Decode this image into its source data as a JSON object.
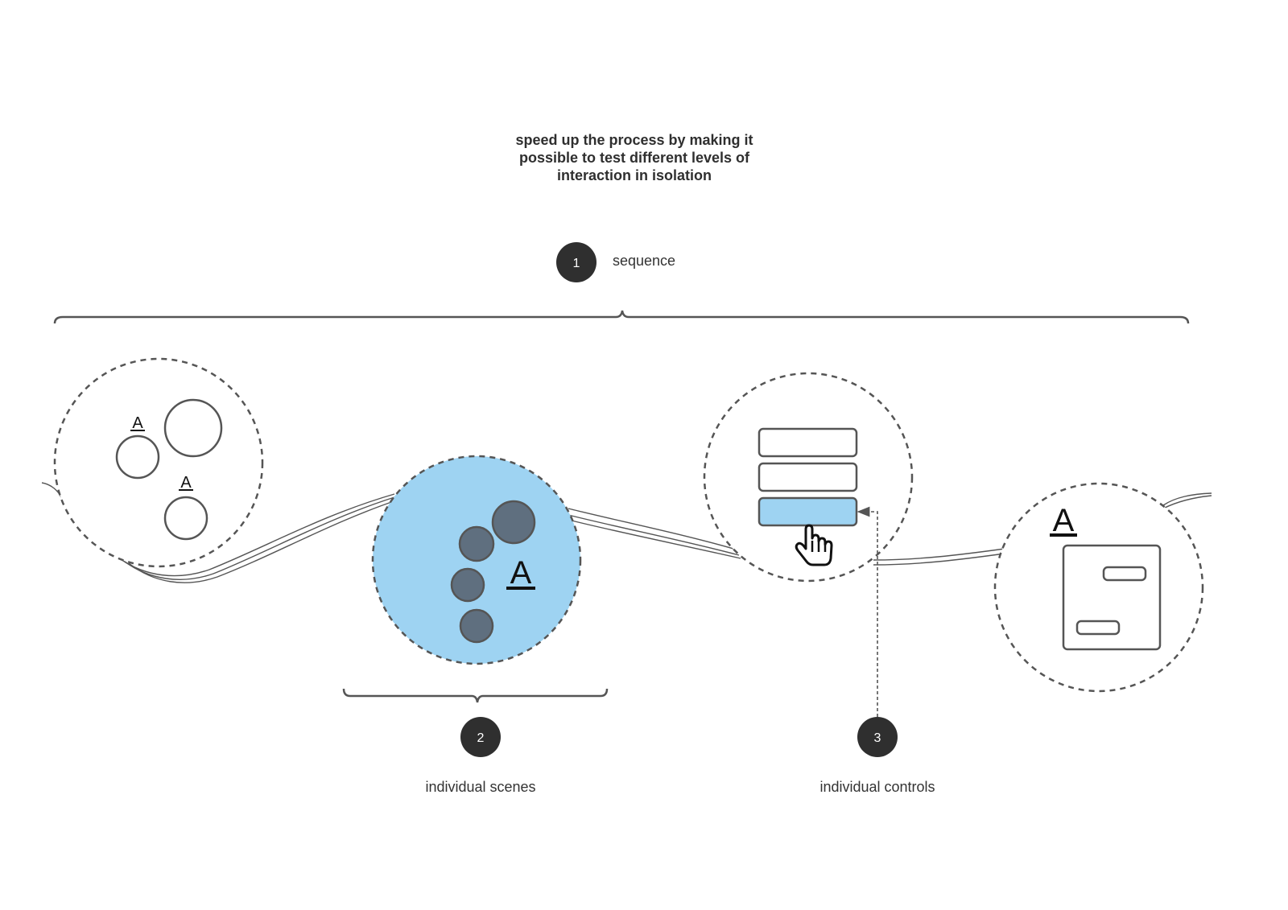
{
  "caption": {
    "lines": [
      "speed up the process by making it",
      "possible to test different levels of",
      "interaction in isolation"
    ]
  },
  "markers": [
    {
      "number": "1",
      "label": "sequence"
    },
    {
      "number": "2",
      "label": "individual scenes"
    },
    {
      "number": "3",
      "label": "individual controls"
    }
  ],
  "glyphs": {
    "letter": "A"
  },
  "colors": {
    "ink": "#555555",
    "badge": "#2f2f2f",
    "highlight": "#9ed3f2",
    "dot": "#5f6f7f"
  }
}
